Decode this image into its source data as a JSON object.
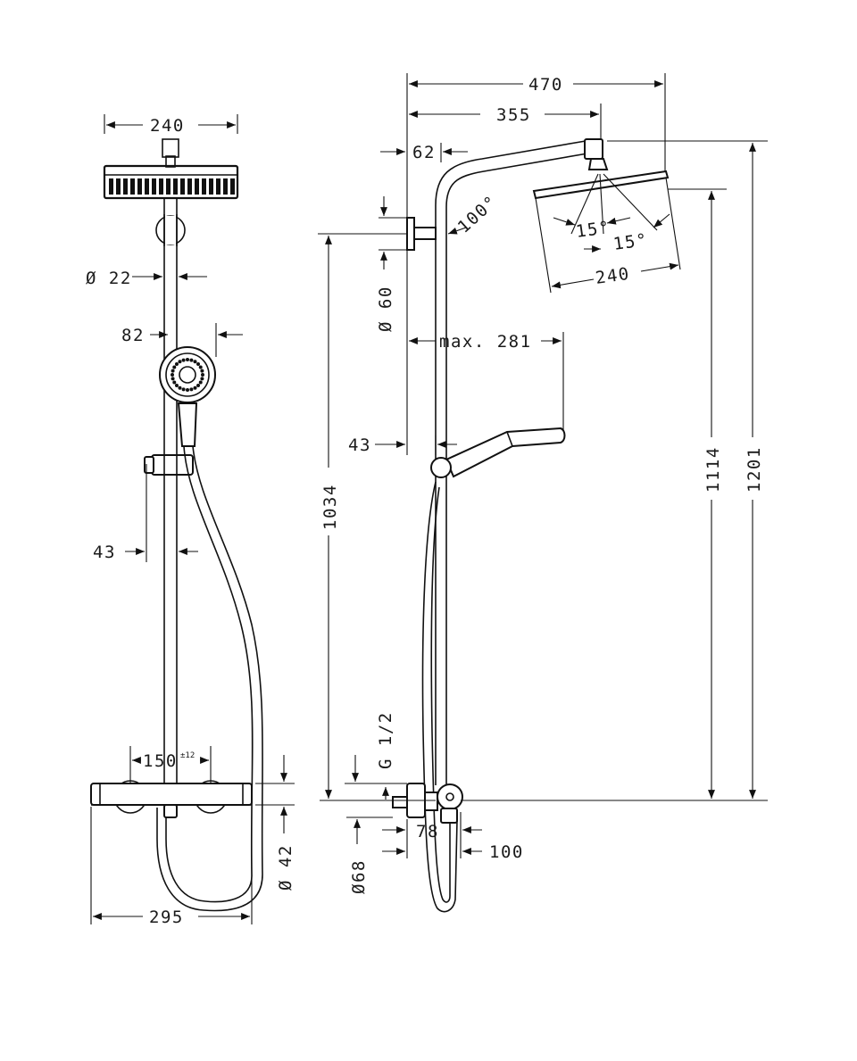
{
  "front_view": {
    "width_head": "240",
    "diameter_pipe": "Ø 22",
    "handshower_offset": "82",
    "bar_offset": "43",
    "spacing_value": "150",
    "spacing_tolerance": "±12",
    "diameter_body": "Ø 42",
    "total_width": "295"
  },
  "side_view": {
    "reach_total": "470",
    "reach_arm": "355",
    "arm_offset": "62",
    "arm_angle": "100°",
    "diameter_bracket": "Ø 60",
    "tilt_angle_a": "15°",
    "tilt_angle_b": "15°",
    "head_width": "240",
    "hand_max": "max. 281",
    "bar_offset": "43",
    "height_bracket": "1034",
    "height_head": "1114",
    "height_total": "1201",
    "thread": "G 1/2",
    "connector_depth": "78",
    "diameter_rose": "Ø68",
    "body_depth": "100"
  }
}
